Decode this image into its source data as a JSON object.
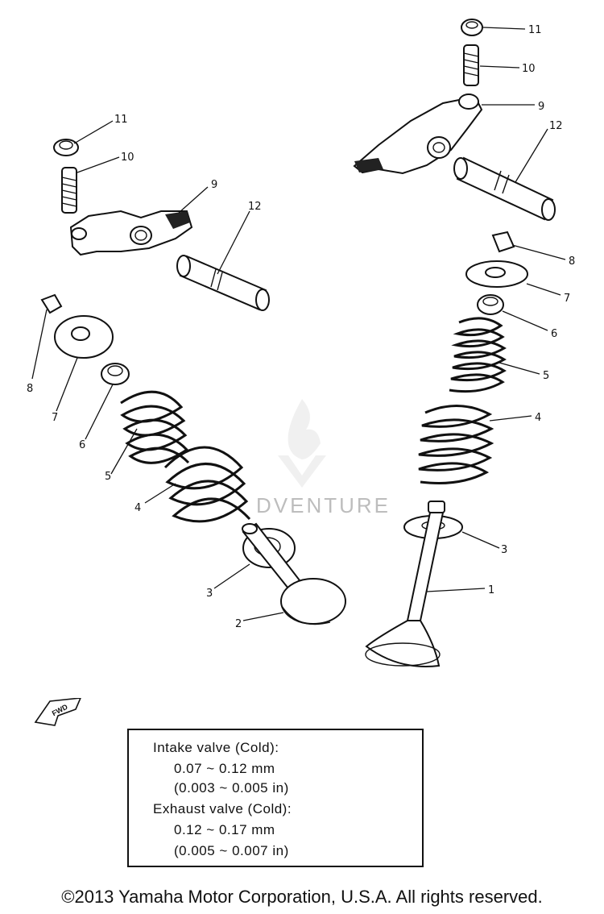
{
  "callouts": {
    "left": {
      "n11": "11",
      "n10": "10",
      "n9": "9",
      "n12": "12",
      "n8": "8",
      "n7": "7",
      "n6": "6",
      "n5": "5",
      "n4": "4",
      "n3": "3",
      "n2": "2"
    },
    "right": {
      "n11": "11",
      "n10": "10",
      "n9": "9",
      "n12": "12",
      "n8": "8",
      "n7": "7",
      "n6": "6",
      "n5": "5",
      "n4": "4",
      "n3": "3",
      "n1": "1"
    }
  },
  "fwd_label": "FWD",
  "spec": {
    "intake_title": "Intake valve (Cold):",
    "intake_mm": "0.07 ~ 0.12 mm",
    "intake_in": "(0.003 ~ 0.005 in)",
    "exhaust_title": "Exhaust valve (Cold):",
    "exhaust_mm": "0.12 ~ 0.17 mm",
    "exhaust_in": "(0.005 ~ 0.007 in)"
  },
  "watermark": "DVENTURE",
  "copyright": "©2013 Yamaha Motor Corporation, U.S.A. All rights reserved."
}
